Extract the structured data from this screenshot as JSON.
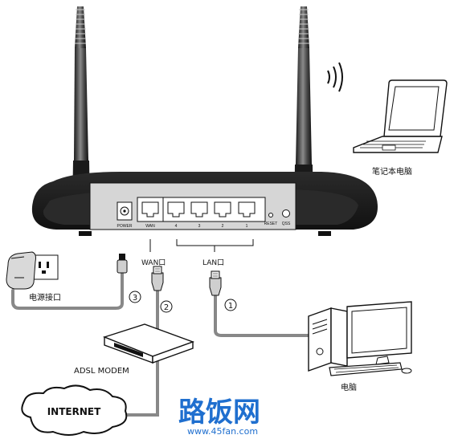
{
  "labels": {
    "laptop": "笔记本电脑",
    "pc": "电脑",
    "power_port": "电源接口",
    "wan_port": "WAN口",
    "lan_port": "LAN口",
    "modem": "ADSL MODEM",
    "internet": "INTERNET"
  },
  "router_panel": {
    "power": "POWER",
    "wan": "WAN",
    "lan1": "1",
    "lan2": "2",
    "lan3": "3",
    "lan4": "4",
    "reset": "RESET",
    "qss": "QSS"
  },
  "steps": {
    "step1": "1",
    "step2": "2",
    "step3": "3"
  },
  "watermark": {
    "brand": "路饭网",
    "url": "www.45fan.com"
  },
  "colors": {
    "watermark": "#1f6fcf",
    "cable": "#888888",
    "outline": "#111111"
  }
}
